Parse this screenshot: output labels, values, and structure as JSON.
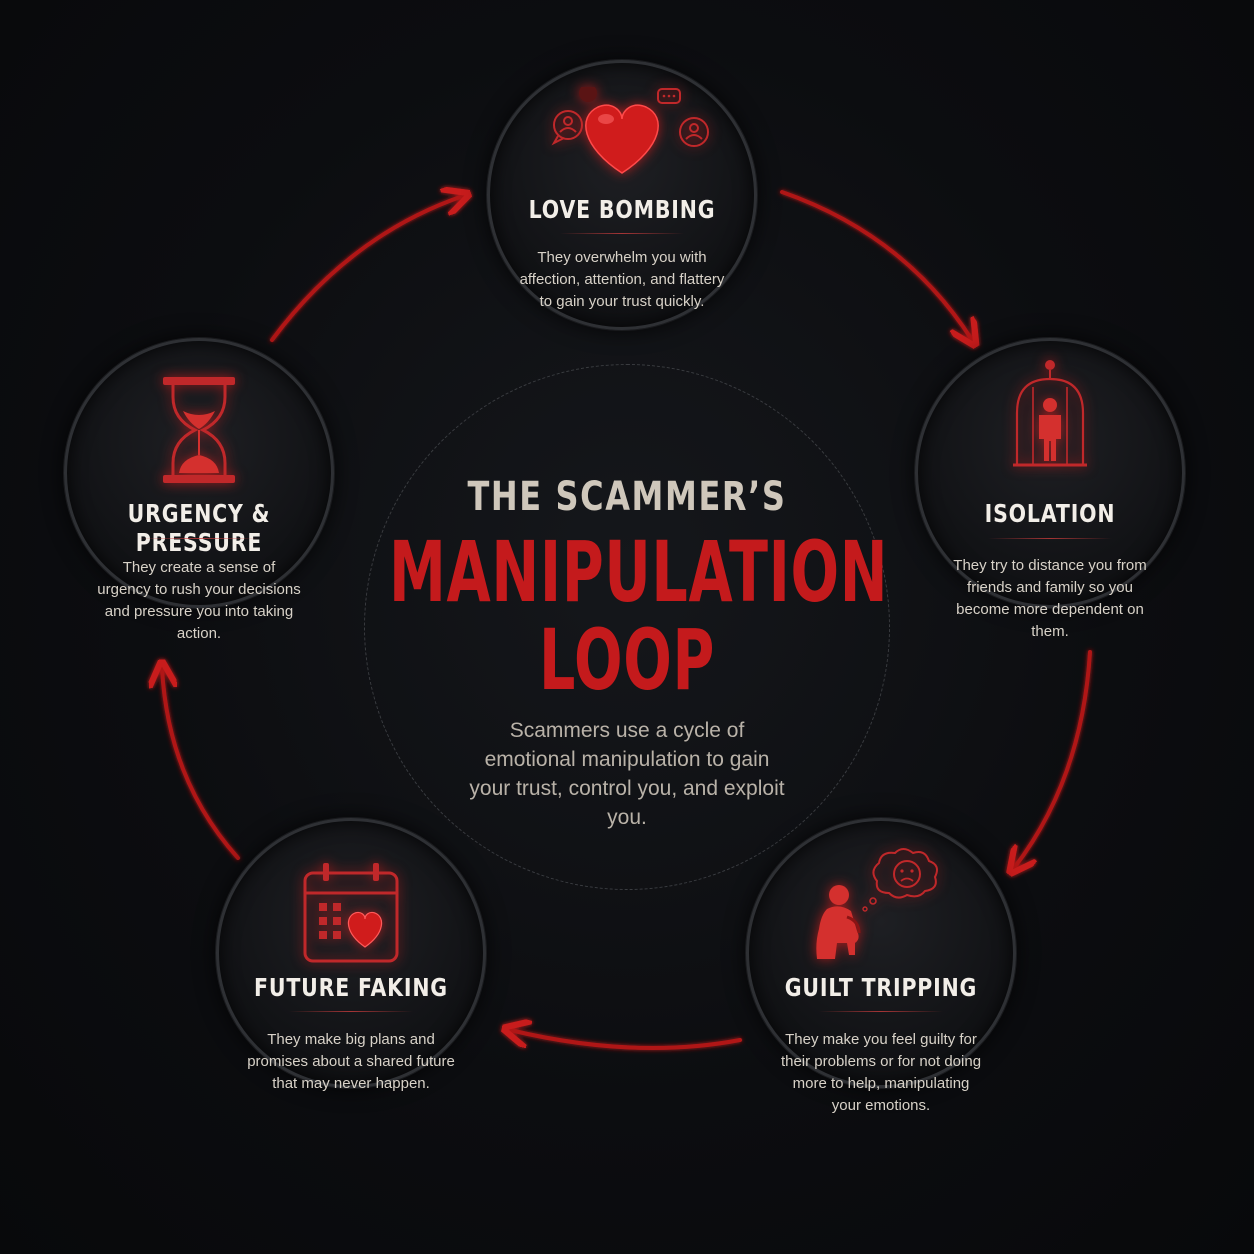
{
  "header": {
    "title_small": "THE SCAMMER’S",
    "title_line1": "MANIPULATION",
    "title_line2": "LOOP",
    "description": "Scammers use a cycle of emotional manipulation to gain your trust, control you, and exploit you."
  },
  "colors": {
    "accent_red": "#c41a1c",
    "background": "#0b0c0e",
    "text_light": "#f2eee8"
  },
  "stages": [
    {
      "icon": "heart-chat-icon",
      "title": "LOVE BOMBING",
      "description": "They overwhelm you with affection, attention, and flattery to gain your trust quickly."
    },
    {
      "icon": "caged-person-icon",
      "title": "ISOLATION",
      "description": "They try to distance you from friends and family so you become more dependent on them."
    },
    {
      "icon": "sad-thought-person-icon",
      "title": "GUILT TRIPPING",
      "description": "They make you feel guilty for their problems or for not doing more to help, manipulating your emotions."
    },
    {
      "icon": "calendar-heart-icon",
      "title": "FUTURE FAKING",
      "description": "They make big plans and promises about a shared future that may never happen."
    },
    {
      "icon": "hourglass-icon",
      "title": "URGENCY & PRESSURE",
      "description": "They create a sense of urgency to rush your decisions and pressure you into taking action."
    }
  ]
}
